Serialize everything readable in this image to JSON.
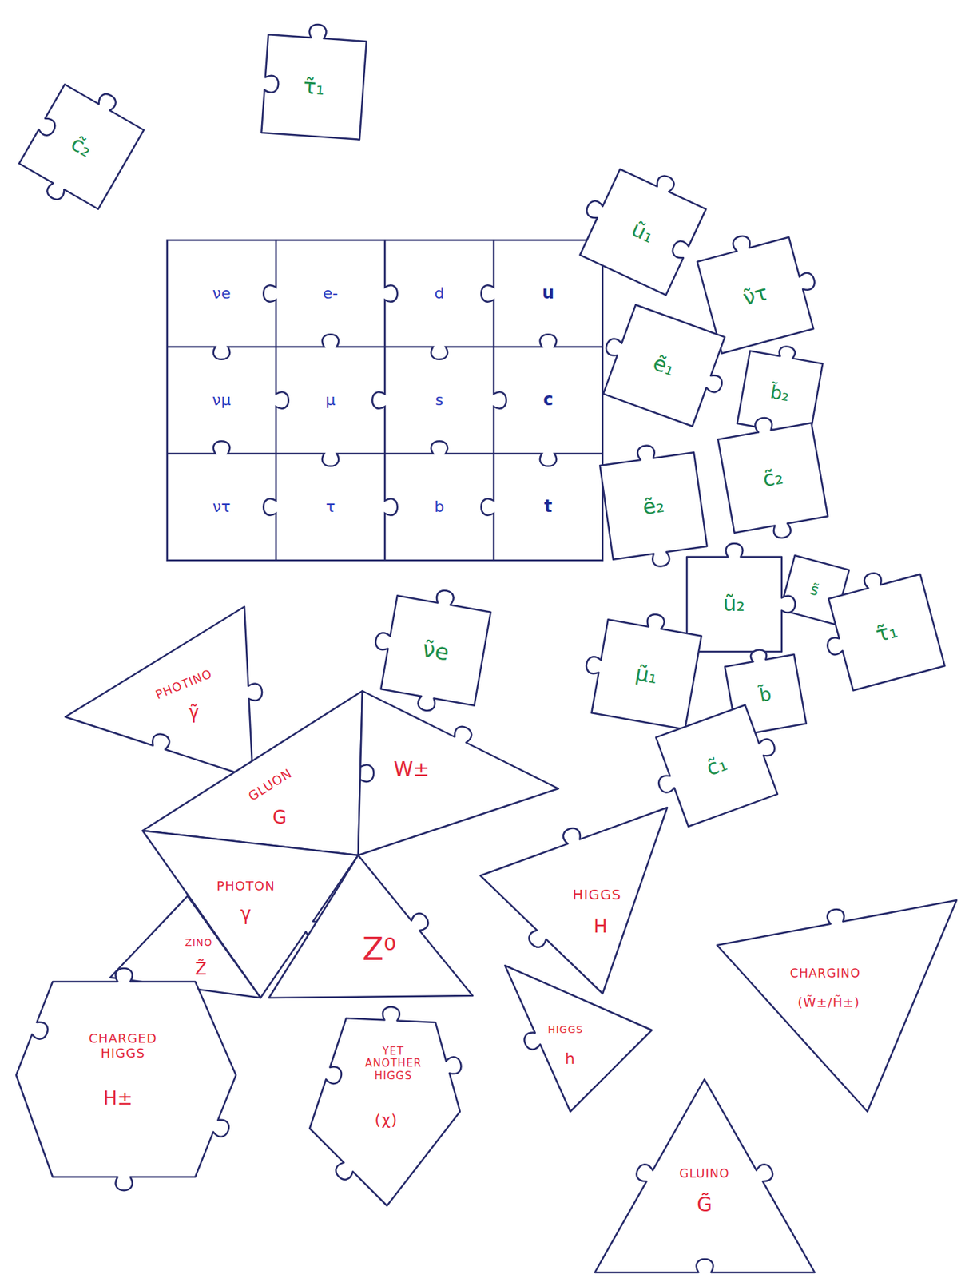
{
  "diagram": {
    "nodes": [
      {
        "text": [
          "c̃₂"
        ]
      },
      {
        "text": [
          "τ̃₁"
        ]
      },
      {
        "text": [
          "νe"
        ]
      },
      {
        "text": [
          "e-"
        ]
      },
      {
        "text": [
          "d"
        ]
      },
      {
        "text": [
          "u"
        ]
      },
      {
        "text": [
          "νμ"
        ]
      },
      {
        "text": [
          "μ"
        ]
      },
      {
        "text": [
          "s"
        ]
      },
      {
        "text": [
          "c"
        ]
      },
      {
        "text": [
          "ντ"
        ]
      },
      {
        "text": [
          "τ"
        ]
      },
      {
        "text": [
          "b"
        ]
      },
      {
        "text": [
          "t"
        ]
      },
      {
        "text": [
          "ũ₁"
        ]
      },
      {
        "text": [
          "ν̃τ"
        ]
      },
      {
        "text": [
          "ẽ₁"
        ]
      },
      {
        "text": [
          "b̃₂"
        ]
      },
      {
        "text": [
          "c̃₂"
        ]
      },
      {
        "text": [
          "ẽ₂"
        ]
      },
      {
        "text": [
          "s̃"
        ]
      },
      {
        "text": [
          "ũ₂"
        ]
      },
      {
        "text": [
          "τ̃₁"
        ]
      },
      {
        "text": [
          "ν̃e"
        ]
      },
      {
        "text": [
          "μ̃₁"
        ]
      },
      {
        "text": [
          "b̃"
        ]
      },
      {
        "text": [
          "c̃₁"
        ]
      },
      {
        "text": [
          "PHOTINO",
          "γ̃"
        ]
      },
      {
        "text": [
          "GLUON",
          "G"
        ]
      },
      {
        "text": [
          "W±"
        ]
      },
      {
        "text": [
          "PHOTON",
          "γ"
        ]
      },
      {
        "text": [
          "ZINO",
          "Z̃"
        ]
      },
      {
        "text": [
          "Z⁰"
        ]
      },
      {
        "text": [
          "HIGGS",
          "H"
        ]
      },
      {
        "text": [
          "CHARGED HIGGS",
          "H±"
        ]
      },
      {
        "text": [
          "YET ANOTHER HIGGS",
          "(χ)"
        ]
      },
      {
        "text": [
          "HIGGS",
          "h"
        ]
      },
      {
        "text": [
          "CHARGINO",
          "(W̃±/H̃±)"
        ]
      },
      {
        "text": [
          "GLUINO",
          "G̃"
        ]
      }
    ]
  }
}
